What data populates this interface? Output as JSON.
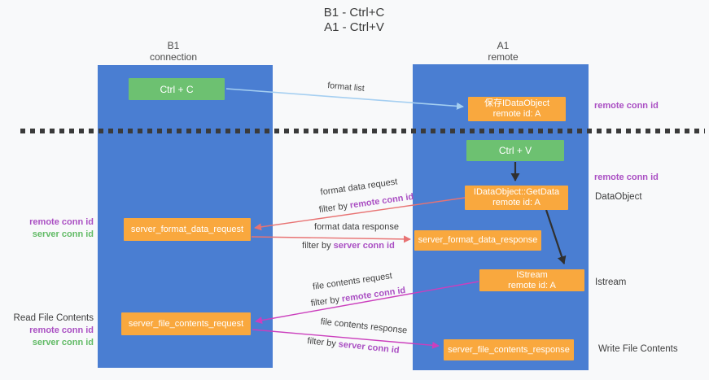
{
  "title": {
    "line1": "B1 - Ctrl+C",
    "line2": "A1 - Ctrl+V"
  },
  "columns": {
    "left": {
      "name": "B1",
      "subtitle": "connection"
    },
    "right": {
      "name": "A1",
      "subtitle": "remote"
    }
  },
  "boxes": {
    "ctrl_c": "Ctrl + C",
    "ctrl_v": "Ctrl + V",
    "save_idataobject": {
      "line1": "保存IDataObject",
      "line2": "remote id: A"
    },
    "getdata": {
      "line1": "IDataObject::GetData",
      "line2": "remote id: A"
    },
    "istream": {
      "line1": "IStream",
      "line2": "remote id: A"
    },
    "server_format_data_request": "server_format_data_request",
    "server_format_data_response": "server_format_data_response",
    "server_file_contents_request": "server_file_contents_request",
    "server_file_contents_response": "server_file_contents_response"
  },
  "arrow_labels": {
    "format_list": "format list",
    "format_data_request": "format data request",
    "format_data_response": "format data response",
    "file_contents_request": "file contents request",
    "file_contents_response": "file contents response",
    "filter_by": "filter by",
    "remote_conn_id": "remote conn id",
    "server_conn_id": "server conn id"
  },
  "side_labels": {
    "remote_conn_id": "remote conn id",
    "server_conn_id": "server conn id",
    "dataobject": "DataObject",
    "istream": "Istream",
    "read_file_contents": "Read File Contents",
    "write_file_contents": "Write File Contents"
  },
  "colors": {
    "column_blue": "#4a7ed2",
    "box_green": "#6dc171",
    "box_orange": "#f9a83e",
    "purple_text": "#aa4fc3",
    "green_text": "#62bb66",
    "red_arrow": "#e87373",
    "magenta_arrow": "#cb3fbd",
    "light_blue_arrow": "#a5cff1",
    "black_arrow": "#303030",
    "dash_color": "#3a3a3a"
  }
}
